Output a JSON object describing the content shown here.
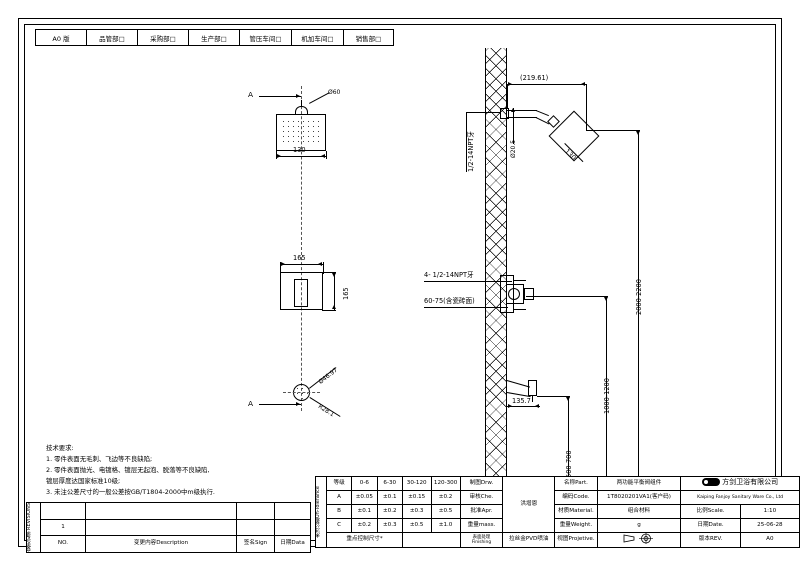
{
  "departments": [
    {
      "label": "A0 版"
    },
    {
      "label": "品管部□"
    },
    {
      "label": "采购部□"
    },
    {
      "label": "生产部□"
    },
    {
      "label": "管压车间□"
    },
    {
      "label": "机加车间□"
    },
    {
      "label": "销售部□"
    }
  ],
  "left_view": {
    "section_letter_top": "A",
    "section_letter_bottom": "A",
    "head_diameter": "Ø60",
    "head_width": "130",
    "body_width": "165",
    "body_height": "165",
    "bottom_dim_1": "Ø46.97",
    "bottom_dim_2": "R28.1"
  },
  "right_view": {
    "arm_projection": "(219.61)",
    "pipe_diameter": "Ø20.5",
    "thread_top": "1/2-14NPT牙",
    "head_size": "130",
    "thread_note": "4- 1/2-14NPT牙",
    "wall_note": "60-75(含瓷砖面)",
    "spout_projection": "135.7",
    "height_spout": "500-700",
    "height_valve": "1000-1200",
    "height_shower": "2000-2200"
  },
  "notes": {
    "title": "技术要求:",
    "lines": [
      "1. 零件表面无毛刺、飞边等不良缺陷;",
      "2. 零件表面抛光、电镀格、镀层无起泡、脱落等不良缺陷,",
      "    镀层厚度达国家标准10级;",
      "3. 未注公差尺寸的一般公差按GB/T1804-2000中m级执行."
    ]
  },
  "revision": {
    "side_label_cn": "变更记录",
    "side_label_en": "REVISIONS",
    "rows": [
      {
        "no": "",
        "description": "",
        "sign": "",
        "date": ""
      },
      {
        "no": "1",
        "description": "",
        "sign": "",
        "date": ""
      }
    ],
    "headers": {
      "no": "NO.",
      "description": "变更内容Description",
      "sign": "签名Sign",
      "date": "日期Data"
    }
  },
  "tolerance": {
    "side_label": "未注公差Un-Tolerance",
    "columns": [
      "等级",
      "0-6",
      "6-30",
      "30-120",
      "120-300"
    ],
    "rows": [
      {
        "grade": "A",
        "values": [
          "±0.05",
          "±0.1",
          "±0.15",
          "±0.2"
        ]
      },
      {
        "grade": "B",
        "values": [
          "±0.1",
          "±0.2",
          "±0.3",
          "±0.5"
        ]
      },
      {
        "grade": "C",
        "values": [
          "±0.2",
          "±0.3",
          "±0.5",
          "±1.0"
        ]
      }
    ],
    "footer_label": "重点控制尺寸*",
    "footer_value": ""
  },
  "title_block": {
    "approvals": [
      {
        "label": "制图Drw.",
        "value": ""
      },
      {
        "label": "审核Che.",
        "value": ""
      },
      {
        "label": "批准Apr.",
        "value": ""
      },
      {
        "label": "重量mass.",
        "value": ""
      }
    ],
    "approver_col_label": "洪增恩",
    "surface_label_cn": "表面处理",
    "surface_label_en": "Finishing",
    "surface_value": "拉丝金PVD喷油",
    "fields": [
      {
        "label": "名称Part.",
        "value": "两功能平衡阀组件"
      },
      {
        "label": "编码Code.",
        "value": "1T8020201VA1(客户码)"
      },
      {
        "label": "材质Material.",
        "value": "组合材料"
      },
      {
        "label": "重量Weight.",
        "value": "g"
      },
      {
        "label": "视图Projetive.",
        "value": ""
      }
    ],
    "company_cn": "方剑卫浴有限公司",
    "company_en": "Kaiping Fanjoy Sanitary Ware Co., Ltd",
    "right_fields": [
      {
        "label": "比例Scale.",
        "value": "1:10"
      },
      {
        "label": "日期Date.",
        "value": "25-06-28"
      },
      {
        "label": "版本REV.",
        "value": "A0"
      }
    ]
  }
}
